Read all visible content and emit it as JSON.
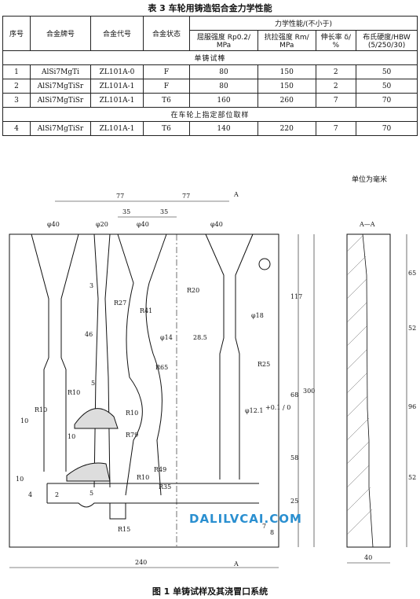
{
  "table": {
    "caption": "表 3   车轮用铸造铝合金力学性能",
    "headers": {
      "seq": "序号",
      "grade": "合金牌号",
      "code": "合金代号",
      "state": "合金状态",
      "props_group": "力学性能/(不小于)",
      "yield_line1": "屈服强度 Rp0.2/",
      "yield_line2": "MPa",
      "tensile_line1": "抗拉强度 Rm/",
      "tensile_line2": "MPa",
      "elong_line1": "伸长率 δ/",
      "elong_line2": "%",
      "hb_line1": "布氏硬度/HBW",
      "hb_line2": "(5/250/30)"
    },
    "section1": "单铸试棒",
    "section2": "在车轮上指定部位取样",
    "rows": [
      {
        "seq": "1",
        "grade": "AlSi7MgTi",
        "code": "ZL101A-0",
        "state": "F",
        "yield": "80",
        "tensile": "150",
        "elong": "2",
        "hb": "50"
      },
      {
        "seq": "2",
        "grade": "AlSi7MgTiSr",
        "code": "ZL101A-1",
        "state": "F",
        "yield": "80",
        "tensile": "150",
        "elong": "2",
        "hb": "50"
      },
      {
        "seq": "3",
        "grade": "AlSi7MgTiSr",
        "code": "ZL101A-1",
        "state": "T6",
        "yield": "160",
        "tensile": "260",
        "elong": "7",
        "hb": "70"
      },
      {
        "seq": "4",
        "grade": "AlSi7MgTiSr",
        "code": "ZL101A-1",
        "state": "T6",
        "yield": "140",
        "tensile": "220",
        "elong": "7",
        "hb": "70"
      }
    ]
  },
  "drawing": {
    "unit_note": "单位为毫米",
    "section_label": "A—A",
    "section_mark": "A",
    "dims": {
      "d77a": "77",
      "d77b": "77",
      "d35a": "35",
      "d35b": "35",
      "phi40a": "φ40",
      "phi20": "φ20",
      "phi40b": "φ40",
      "phi40c": "φ40",
      "d3": "3",
      "r27": "R27",
      "r20": "R20",
      "r41": "R41",
      "d46": "46",
      "phi14": "φ14",
      "d285": "28.5",
      "phi18": "φ18",
      "r65": "R65",
      "r25": "R25",
      "d117": "117",
      "d5a": "5",
      "r10a": "R10",
      "r10b": "R10",
      "r10c": "R10",
      "r10d": "R10",
      "d10a": "10",
      "d10b": "10",
      "d10c": "10",
      "d68": "68",
      "d300": "300",
      "phi121": "φ12.1",
      "tol": "+0.1 / 0",
      "r79": "R79",
      "d58": "58",
      "r49": "R49",
      "d4": "4",
      "d2": "2",
      "d5b": "5",
      "r35": "R35",
      "d25": "25",
      "r15": "R15",
      "d240": "240",
      "d8": "8",
      "d7": "7",
      "s65": "65",
      "s52a": "52",
      "s96": "96",
      "s52b": "52",
      "s40": "40"
    }
  },
  "watermark": "DALILVCAI.COM",
  "figure_caption": "图 1   单铸试样及其浇冒口系统"
}
